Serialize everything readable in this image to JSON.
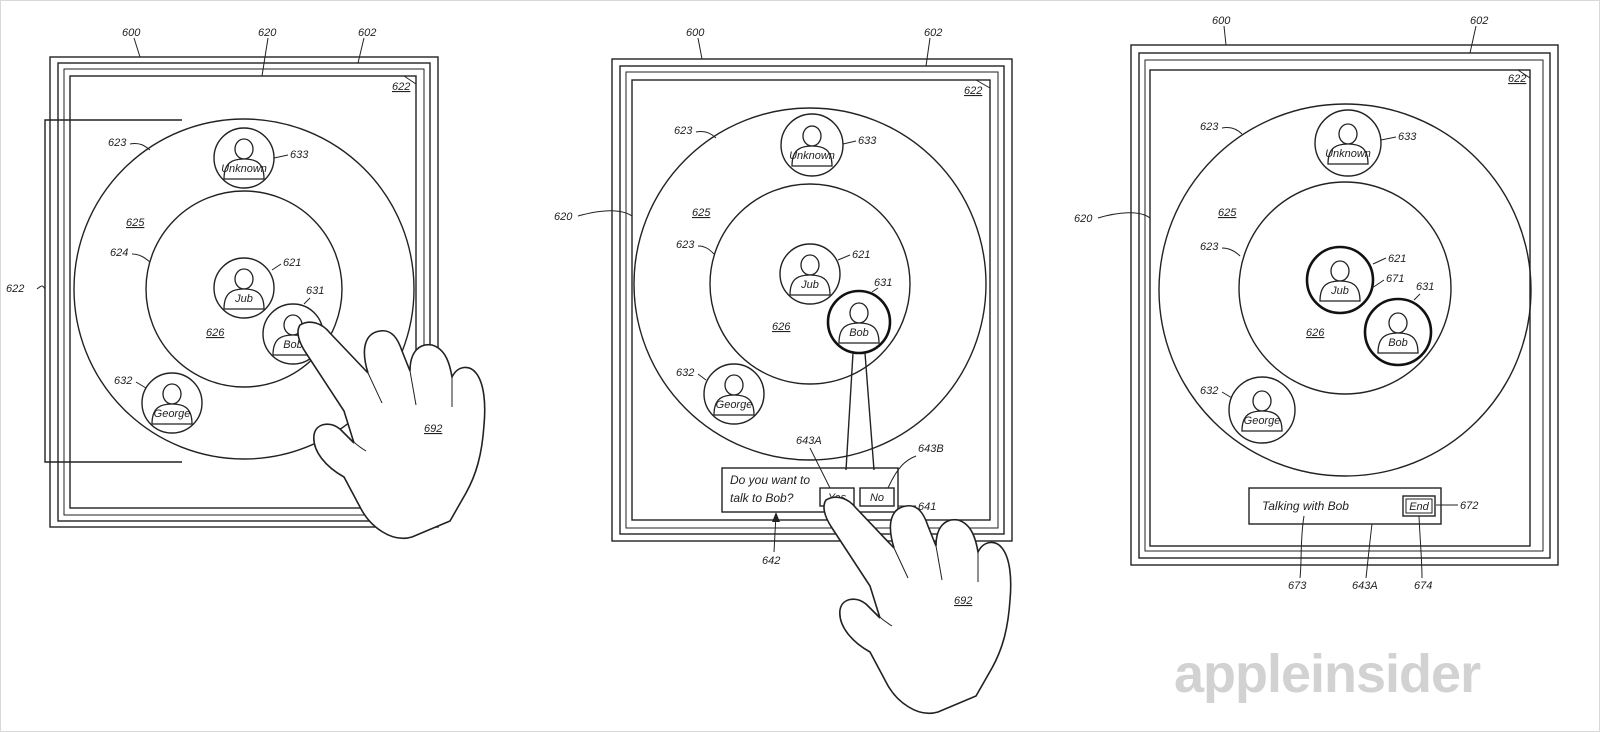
{
  "watermark": "appleinsider",
  "panels": [
    {
      "labels": {
        "device": "600",
        "screen": "620",
        "case": "602",
        "corner": "622",
        "outer_ring": "623",
        "inner_ring": "624",
        "outer_zone": "625",
        "inner_zone": "626",
        "bracket": "622",
        "hand": "692",
        "avatar_top_ref": "633",
        "avatar_center_ref": "621",
        "avatar_bob_ref": "631",
        "avatar_bottom_ref": "632"
      },
      "avatars": {
        "top": "Unknown",
        "center": "Jub",
        "bob": "Bob",
        "bottom": "George"
      }
    },
    {
      "labels": {
        "device": "600",
        "case": "602",
        "corner": "622",
        "screen": "620",
        "outer_ring": "623",
        "inner_ring": "623",
        "outer_zone": "625",
        "inner_zone": "626",
        "avatar_top_ref": "633",
        "avatar_center_ref": "621",
        "avatar_bob_ref": "631",
        "avatar_bottom_ref": "632",
        "yes_ref": "643A",
        "no_ref": "643B",
        "dialog_ref": "641",
        "prompt_ref": "642",
        "hand": "692"
      },
      "avatars": {
        "top": "Unknown",
        "center": "Jub",
        "bob": "Bob",
        "bottom": "George"
      },
      "dialog": {
        "line1": "Do you want to",
        "line2": "talk to Bob?",
        "yes": "Yes",
        "no": "No"
      }
    },
    {
      "labels": {
        "device": "600",
        "case": "602",
        "corner": "622",
        "screen": "620",
        "outer_ring": "623",
        "inner_ring": "623",
        "outer_zone": "625",
        "inner_zone": "626",
        "avatar_top_ref": "633",
        "avatar_center_ref": "621",
        "link_ref": "671",
        "avatar_bob_ref": "631",
        "avatar_bottom_ref": "632",
        "bar_ref": "672",
        "text_ref": "673",
        "bar_ref2": "643A",
        "end_ref": "674"
      },
      "avatars": {
        "top": "Unknown",
        "center": "Jub",
        "bob": "Bob",
        "bottom": "George"
      },
      "bar": {
        "text": "Talking with Bob",
        "end": "End"
      }
    }
  ]
}
